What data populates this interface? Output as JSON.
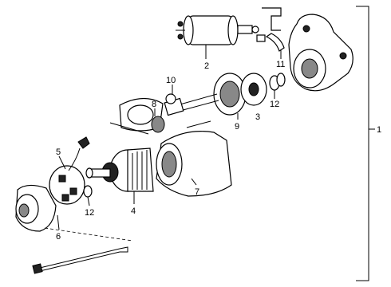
{
  "diagram": {
    "callouts": [
      {
        "id": "1",
        "text": "1"
      },
      {
        "id": "2",
        "text": "2"
      },
      {
        "id": "3",
        "text": "3"
      },
      {
        "id": "4",
        "text": "4"
      },
      {
        "id": "5",
        "text": "5"
      },
      {
        "id": "6",
        "text": "6"
      },
      {
        "id": "7",
        "text": "7"
      },
      {
        "id": "8",
        "text": "8"
      },
      {
        "id": "9",
        "text": "9"
      },
      {
        "id": "10",
        "text": "10"
      },
      {
        "id": "11",
        "text": "11"
      },
      {
        "id": "12a",
        "text": "12"
      },
      {
        "id": "12b",
        "text": "12"
      }
    ]
  }
}
